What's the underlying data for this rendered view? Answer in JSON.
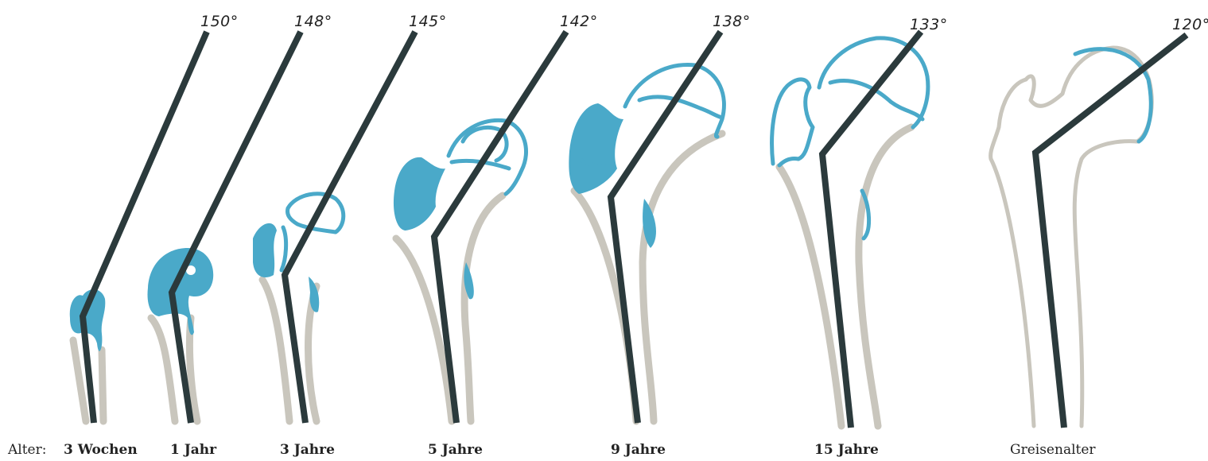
{
  "title": "",
  "age_prefix": "Alter:",
  "stages": [
    {
      "age": "3 Wochen",
      "angle": "150°"
    },
    {
      "age": "1 Jahr",
      "angle": "148°"
    },
    {
      "age": "3 Jahre",
      "angle": "145°"
    },
    {
      "age": "5 Jahre",
      "angle": "142°"
    },
    {
      "age": "9 Jahre",
      "angle": "138°"
    },
    {
      "age": "15 Jahre",
      "angle": "133°"
    },
    {
      "age": "Greisenalter",
      "angle": "120°"
    }
  ],
  "colors": {
    "cartilage": "#4aa9c9",
    "bone_outline": "#c9c6bd",
    "axis_line": "#2b3a3c"
  }
}
